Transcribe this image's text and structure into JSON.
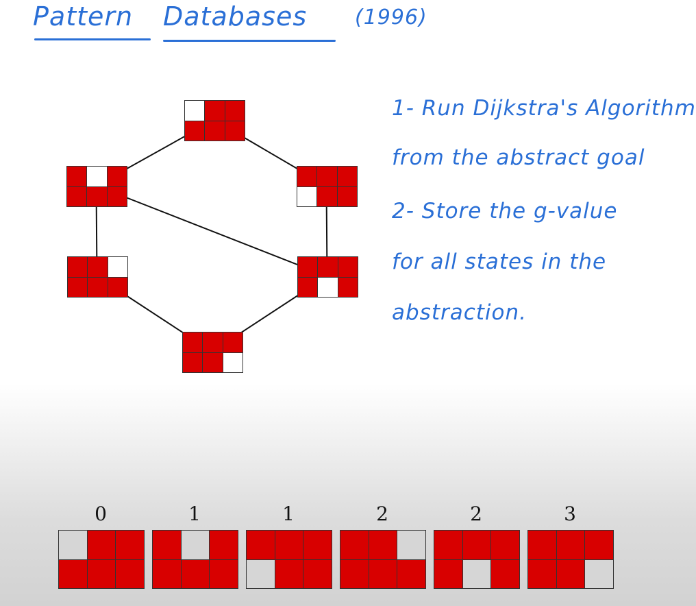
{
  "title": {
    "part1": "Pattern",
    "part2": "Databases",
    "year": "(1996)"
  },
  "notes": [
    "1- Run Dijkstra's Algorithm",
    "from the abstract goal",
    "2- Store the g-value",
    "for all states in the",
    "abstraction."
  ],
  "graph_states": [
    {
      "id": "top",
      "empty": 0
    },
    {
      "id": "upper-left",
      "empty": 1
    },
    {
      "id": "upper-right",
      "empty": 3
    },
    {
      "id": "lower-left",
      "empty": 2
    },
    {
      "id": "lower-right",
      "empty": 4
    },
    {
      "id": "bottom",
      "empty": 5
    }
  ],
  "graph_edges": [
    [
      "top",
      "upper-left"
    ],
    [
      "top",
      "upper-right"
    ],
    [
      "upper-left",
      "lower-left"
    ],
    [
      "upper-right",
      "lower-right"
    ],
    [
      "upper-left",
      "lower-right"
    ],
    [
      "lower-left",
      "bottom"
    ],
    [
      "lower-right",
      "bottom"
    ]
  ],
  "database": [
    {
      "value": "0",
      "empty": 0
    },
    {
      "value": "1",
      "empty": 1
    },
    {
      "value": "1",
      "empty": 3
    },
    {
      "value": "2",
      "empty": 2
    },
    {
      "value": "2",
      "empty": 4
    },
    {
      "value": "3",
      "empty": 5
    }
  ],
  "colors": {
    "tile": "#d80000",
    "empty_graph": "#ffffff",
    "empty_bottom": "#d6d6d6",
    "ink": "#2a6fd6"
  }
}
